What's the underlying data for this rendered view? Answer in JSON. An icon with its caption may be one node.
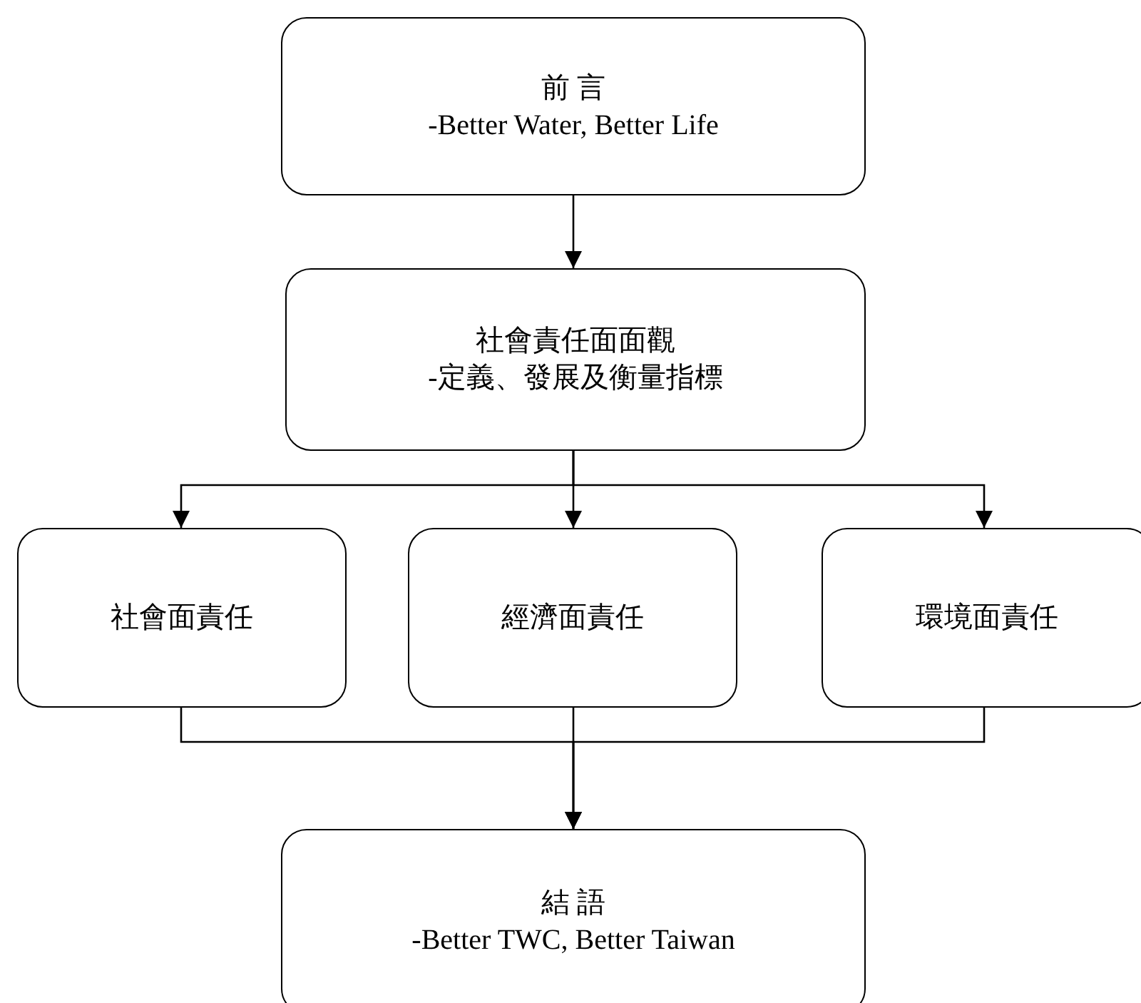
{
  "diagram": {
    "nodes": [
      {
        "text": [
          "前 言",
          "-Better Water, Better Life"
        ]
      },
      {
        "text": [
          "社會責任面面觀",
          "-定義、發展及衡量指標"
        ]
      },
      {
        "text": [
          "社會面責任"
        ]
      },
      {
        "text": [
          "經濟面責任"
        ]
      },
      {
        "text": [
          "環境面責任"
        ]
      },
      {
        "text": [
          "結 語",
          "-Better TWC, Better Taiwan"
        ]
      }
    ],
    "edges": [
      {
        "from": 0,
        "to": 1,
        "arrow": "to"
      },
      {
        "from": 1,
        "to": 2,
        "arrow": "to"
      },
      {
        "from": 1,
        "to": 3,
        "arrow": "to"
      },
      {
        "from": 1,
        "to": 4,
        "arrow": "to"
      },
      {
        "from": 2,
        "to": 5,
        "arrow": "to"
      },
      {
        "from": 3,
        "to": 5,
        "arrow": "to"
      },
      {
        "from": 4,
        "to": 5,
        "arrow": "to"
      }
    ]
  }
}
